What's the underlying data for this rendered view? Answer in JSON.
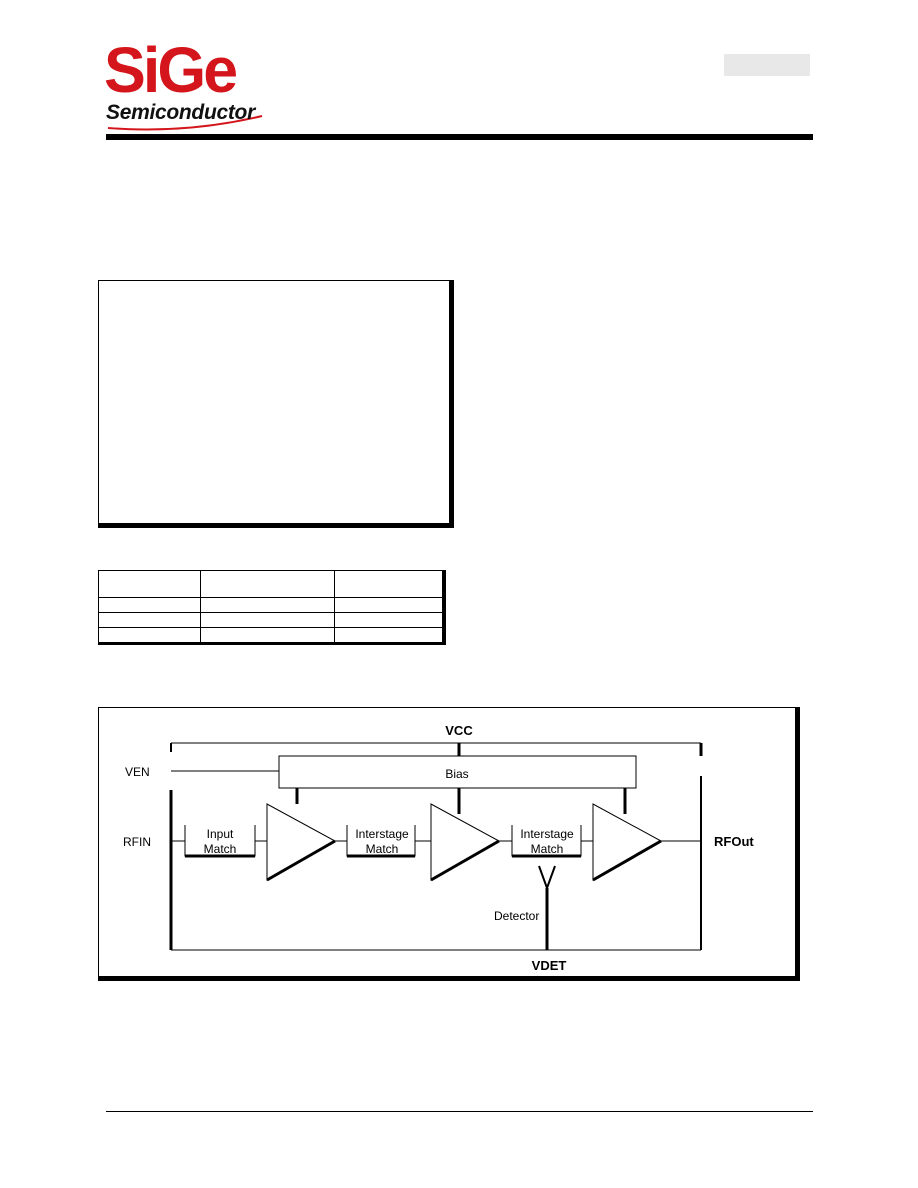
{
  "header": {
    "logo_main": "SiGe",
    "logo_sub": "Semiconductor",
    "colors": {
      "brand_red": "#d4161c",
      "rule": "#000000",
      "tag_box": "#e8e8e8"
    }
  },
  "ordering_table": {
    "rows": 3,
    "columns": 3
  },
  "block_diagram": {
    "vcc": "VCC",
    "ven": "VEN",
    "rfin": "RFIN",
    "rfout": "RFOut",
    "vdet": "VDET",
    "bias": "Bias",
    "input_match": [
      "Input",
      "Match"
    ],
    "interstage_1": [
      "Interstage",
      "Match"
    ],
    "interstage_2": [
      "Interstage",
      "Match"
    ],
    "detector": "Detector"
  }
}
